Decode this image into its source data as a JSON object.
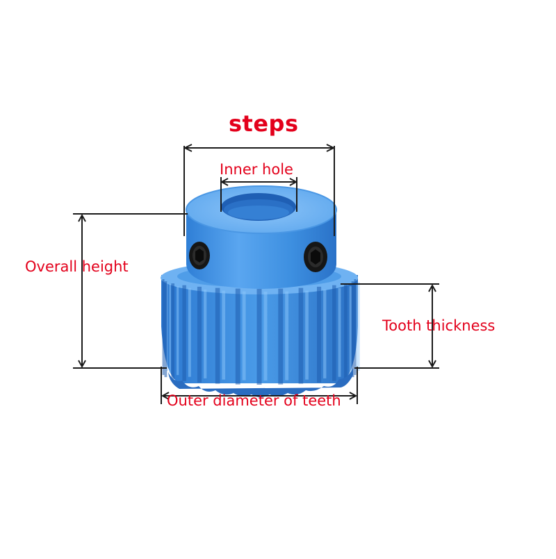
{
  "labels": {
    "steps": "steps",
    "inner_hole": "Inner hole",
    "overall_height": "Overall height",
    "tooth_thickness": "Tooth thickness",
    "outer_diameter": "Outer diameter of teeth"
  },
  "colors": {
    "label": "#e3001b",
    "dimension_line": "#1a1a1a",
    "gear_body": "#3d8fe0",
    "gear_light": "#7ab8f5",
    "gear_dark": "#1f62b8",
    "screw": "#1c1c1c"
  }
}
